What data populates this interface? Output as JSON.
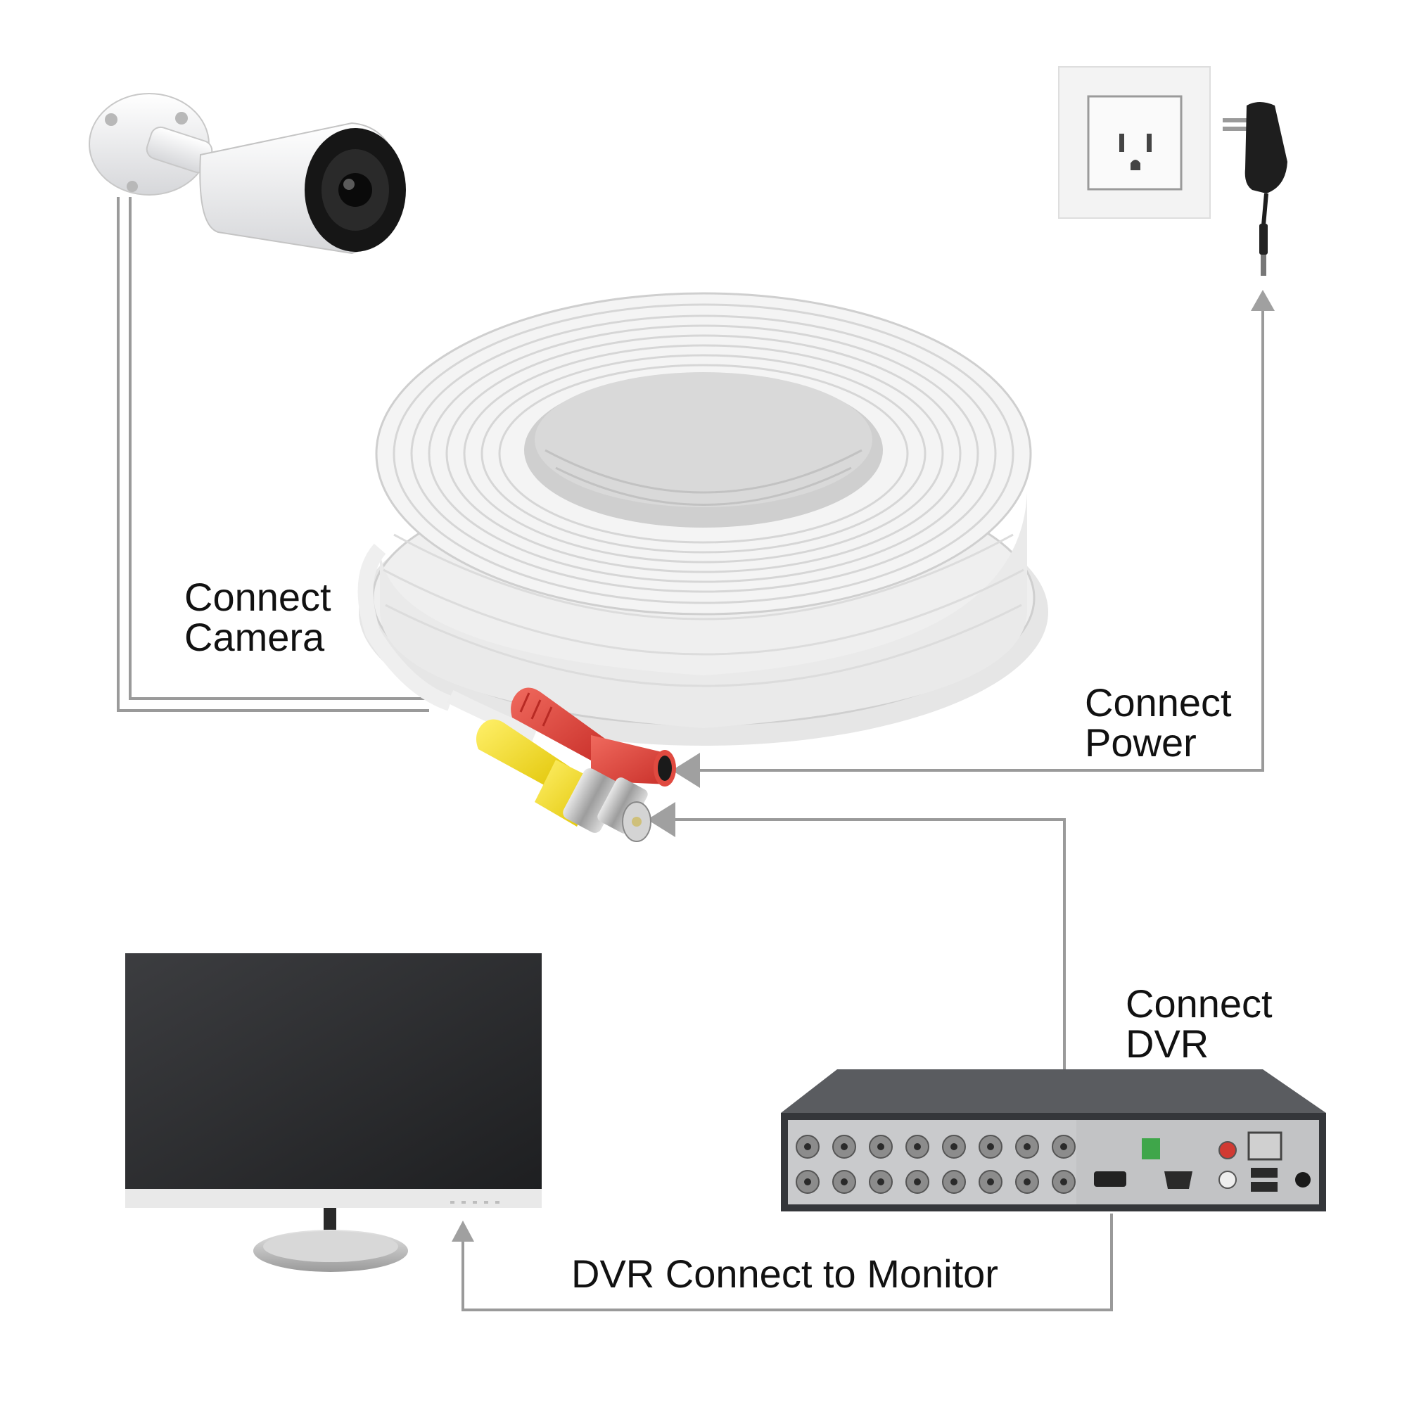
{
  "labels": {
    "camera_line1": "Connect",
    "camera_line2": "Camera",
    "power_line1": "Connect",
    "power_line2": "Power",
    "dvr_line1": "Connect",
    "dvr_line2": "DVR",
    "monitor": "DVR Connect to Monitor"
  },
  "colors": {
    "connector_line": "#9a9a9a",
    "arrow": "#a0a0a0",
    "cable": "#f2f2f2",
    "power_plug": "#e0443a",
    "video_plug": "#f5e21c",
    "dvr_body": "#3a3c40",
    "dvr_panel": "#c9cacc",
    "monitor_screen": "#2c2d2f"
  },
  "icons": {
    "camera": "bullet-camera-icon",
    "outlet": "wall-outlet-icon",
    "adapter": "power-adapter-icon",
    "cable": "coax-cable-coil",
    "monitor": "monitor-icon",
    "dvr": "dvr-recorder-icon"
  }
}
